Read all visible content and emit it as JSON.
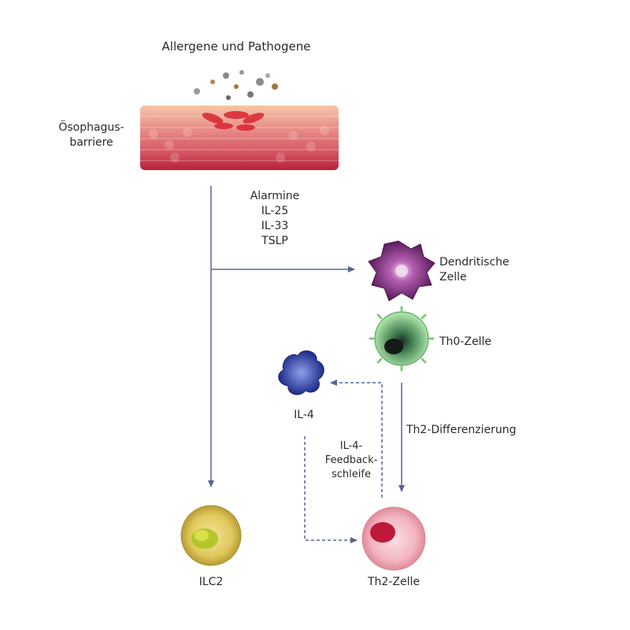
{
  "title": "Allergene und Pathogene",
  "barrier_label_line1": "Ösophagus-",
  "barrier_label_line2": "barriere",
  "alarmins": [
    "Alarmine",
    "IL-25",
    "IL-33",
    "TSLP"
  ],
  "dendritic_line1": "Dendritische",
  "dendritic_line2": "Zelle",
  "th0_label": "Th0-Zelle",
  "il4_label": "IL-4",
  "differentiation_label": "Th2-Differenzierung",
  "feedback_lines": [
    "IL-4-",
    "Feedback-",
    "schleife"
  ],
  "ilc2_label": "ILC2",
  "th2_label": "Th2-Zelle",
  "colors": {
    "arrow": "#5a6396",
    "barrier_top": "#f3b79a",
    "barrier_bottom": "#c8283a",
    "dendritic": "#7a2f78",
    "th0": "#6fbf73",
    "il4": "#2f3f9e",
    "ilc2": "#e8d56a",
    "th2": "#f3b6c0"
  }
}
